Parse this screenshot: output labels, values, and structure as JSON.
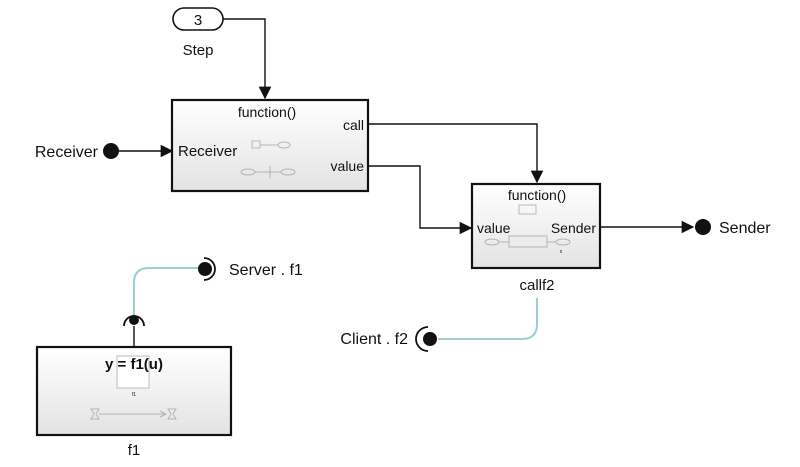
{
  "step": {
    "value": "3",
    "label": "Step"
  },
  "receiver_port": {
    "label": "Receiver"
  },
  "sender_port": {
    "label": "Sender"
  },
  "server_port": {
    "label": "Server . f1"
  },
  "client_port": {
    "label": "Client . f2"
  },
  "block_receiver": {
    "trigger_label": "function()",
    "input_label": "Receiver",
    "output_call_label": "call",
    "output_value_label": "value"
  },
  "block_callf2": {
    "trigger_label": "function()",
    "input_label": "value",
    "output_label": "Sender",
    "name": "callf2",
    "inner_tiny_label": "x"
  },
  "block_f1": {
    "equation": "y = f1(u)",
    "name": "f1",
    "inner_tiny_label": "f1"
  },
  "colors": {
    "wire": "#111111",
    "client_server_wire": "#9ccfcf",
    "block_fill_top": "#ffffff",
    "block_fill_bottom": "#e6e6e6"
  }
}
